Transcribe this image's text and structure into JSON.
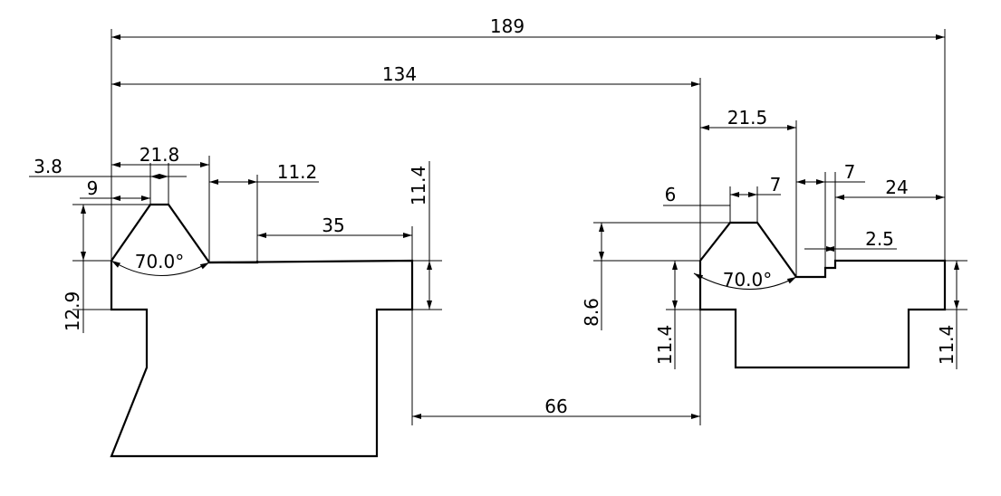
{
  "drawing": {
    "dimensions": {
      "overall_width": "189",
      "left_to_right_part": "134",
      "right_top_offset": "21.5",
      "left_top_width": "21.8",
      "left_chamfer_offset": "3.8",
      "left_half_flat": "9",
      "left_step_width": "11.2",
      "left_flat_35": "35",
      "left_step_height": "11.4",
      "left_body_height": "12.9",
      "right_flat_6": "6",
      "right_flat_7": "7",
      "right_step_7": "7",
      "right_flat_24": "24",
      "right_step_2_5": "2.5",
      "right_height_8_6": "8.6",
      "right_height_11_4_a": "11.4",
      "right_height_11_4_b": "11.4",
      "gap_66": "66",
      "left_angle": "70.0°",
      "right_angle": "70.0°"
    }
  }
}
